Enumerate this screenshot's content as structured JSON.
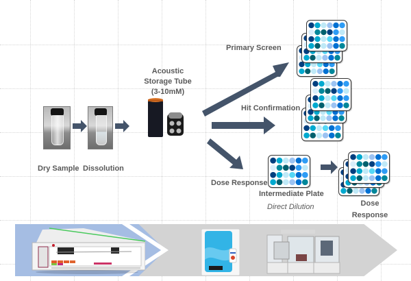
{
  "colors": {
    "arrow": "#44546a",
    "label_text": "#595959",
    "chevron_active": "#a5bde3",
    "chevron_inactive": "#d3d3d3",
    "plate_border": "#333333",
    "well_palette": [
      "#003f7f",
      "#00a9cf",
      "#bfe9f7",
      "#9cc3f2",
      "#0070d2",
      "#2e9cf5",
      "#00606e",
      "#00879a",
      "#55d7f5",
      "#d8eefb"
    ]
  },
  "sample_prep": {
    "steps": [
      {
        "label": "Dry Sample",
        "icon": "vial-icon"
      },
      {
        "label": "Dissolution",
        "icon": "vial-icon"
      }
    ]
  },
  "storage": {
    "title_lines": [
      "Acoustic",
      "Storage Tube",
      "(3-10mM)"
    ]
  },
  "branches": {
    "primary_screen": {
      "label": "Primary Screen"
    },
    "hit_confirmation": {
      "label": "Hit Confirmation"
    },
    "dose_response": {
      "label": "Dose Response",
      "intermediate_label": "Intermediate Plate",
      "method_label": "Direct Dilution",
      "final_label_lines": [
        "Dose",
        "Response"
      ]
    }
  },
  "plate_pattern": [
    [
      0,
      1,
      2,
      3,
      4,
      5
    ],
    [
      9,
      7,
      6,
      0,
      5,
      2
    ],
    [
      0,
      1,
      2,
      8,
      4,
      5
    ],
    [
      1,
      6,
      2,
      3,
      4,
      7
    ]
  ],
  "instruments": [
    {
      "name": "liquid-handler",
      "highlighted": true
    },
    {
      "name": "acoustic-dispenser",
      "highlighted": false
    },
    {
      "name": "automated-workcell",
      "highlighted": false
    }
  ]
}
